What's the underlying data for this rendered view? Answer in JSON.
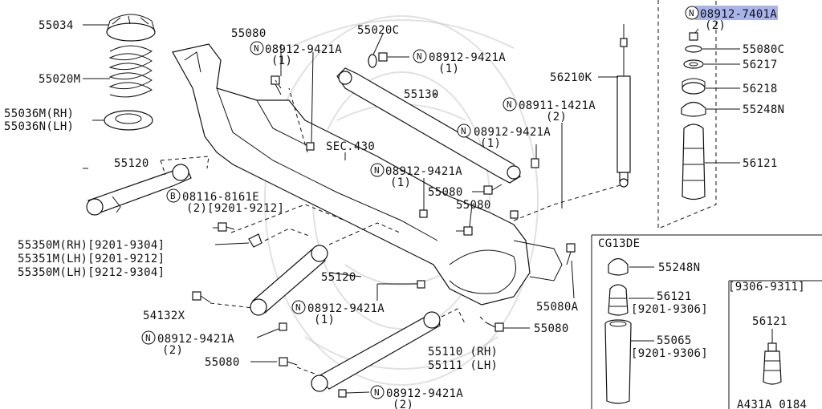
{
  "labels": {
    "p55034": "55034",
    "p55020m": "55020M",
    "p55036m": "55036M(RH)",
    "p55036n": "55036N(LH)",
    "p55120_top": "55120",
    "p55080_top": "55080",
    "n1_code": "08912-9421A",
    "n1_qty": "(1)",
    "p55020c": "55020C",
    "n2_code": "08912-9421A",
    "n2_qty": "(1)",
    "p55130": "55130",
    "p56210k": "56210K",
    "n3_code": "08911-1421A",
    "n3_qty": "(2)",
    "n4_code": "08912-9421A",
    "n4_qty": "(1)",
    "sec430": "SEC.430",
    "n5_code": "08912-9421A",
    "n5_qty": "(1)",
    "p55080_mid": "55080",
    "p55080_mid2": "55080",
    "b1_code": "08116-8161E",
    "b1_qty": "(2)[9201-9212]",
    "p55350m_rh": "55350M(RH)[9201-9304]",
    "p55351m_lh": "55351M(LH)[9201-9212]",
    "p55350m_lh": "55350M(LH)[9212-9304]",
    "p55120_mid": "55120",
    "p54132x": "54132X",
    "n6_code": "08912-9421A",
    "n6_qty": "(2)",
    "n7_code": "08912-9421A",
    "n7_qty": "(1)",
    "p55080a": "55080A",
    "p55080_right": "55080",
    "p55110": "55110 (RH)",
    "p55111": "55111 (LH)",
    "p55080_bot": "55080",
    "n8_code": "08912-9421A",
    "n8_qty": "(2)",
    "r_n_code": "08912-7401A",
    "r_n_qty": "(2)",
    "p55080c": "55080C",
    "p56217": "56217",
    "p56218": "56218",
    "p55248n": "55248N",
    "p56121": "56121",
    "cg13de": "CG13DE",
    "cg_55248n": "55248N",
    "cg_56121": "56121",
    "cg_56121_range": "[9201-9306]",
    "cg_55065": "55065",
    "cg_55065_range": "[9201-9306]",
    "range_box": "[9306-9311]",
    "rb_56121": "56121",
    "footer_code": "A431A 0184",
    "n_symbol": "N",
    "b_symbol": "B"
  },
  "highlight_color": "#9aa7e6"
}
